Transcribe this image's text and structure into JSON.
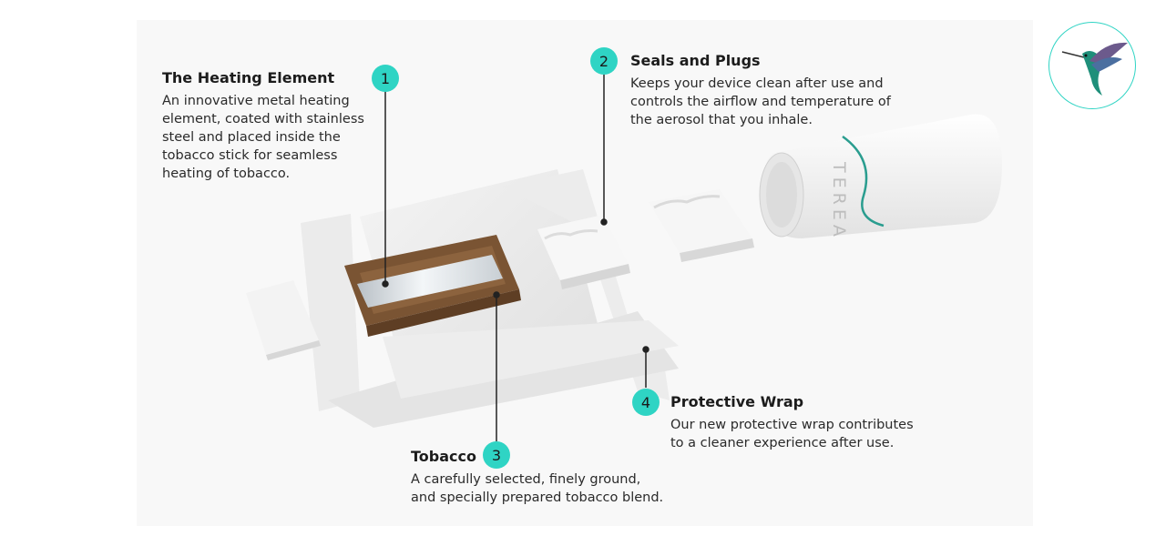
{
  "colors": {
    "accent": "#2fd4c4",
    "text": "#1e1e1e",
    "stripe": "#2a9d8f"
  },
  "logo": {
    "icon": "hummingbird-icon"
  },
  "product": {
    "brand_text": "TEREA"
  },
  "callouts": [
    {
      "number": "1",
      "title": "The Heating Element",
      "text": "An innovative metal heating\nelement, coated with stainless\nsteel and placed inside the\ntobacco stick for seamless\nheating of tobacco."
    },
    {
      "number": "2",
      "title": "Seals and Plugs",
      "text": "Keeps your device clean after use and\ncontrols the airflow and temperature of\nthe aerosol that you inhale."
    },
    {
      "number": "3",
      "title": "Tobacco",
      "text": "A carefully selected, finely ground,\nand specially prepared tobacco blend."
    },
    {
      "number": "4",
      "title": "Protective Wrap",
      "text": "Our new protective wrap contributes\nto a cleaner experience after use."
    }
  ]
}
